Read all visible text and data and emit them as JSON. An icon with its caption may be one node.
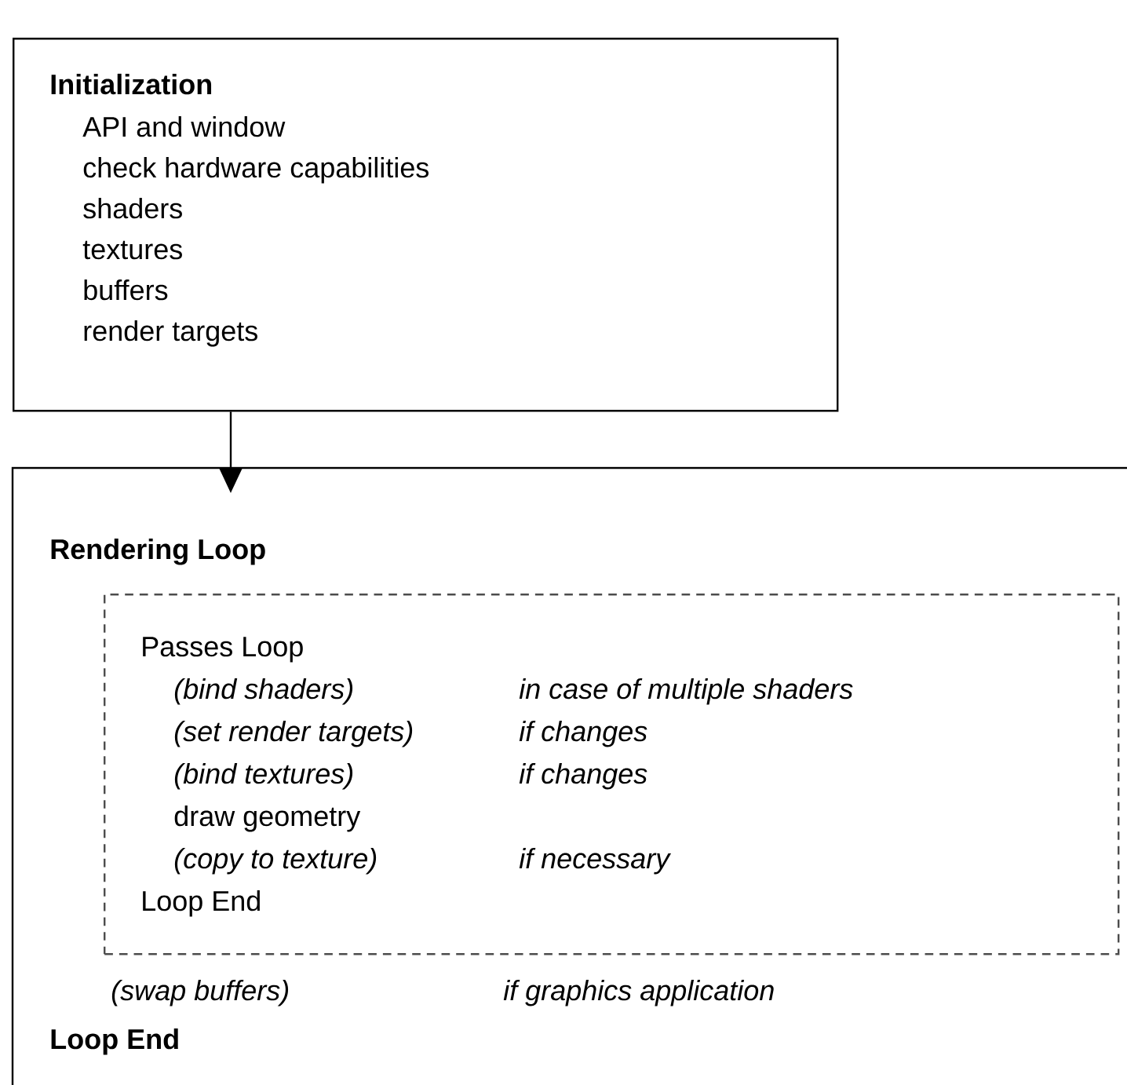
{
  "diagram": {
    "nodes": [
      {
        "text": [
          "Initialization",
          "API and window",
          "check hardware capabilities",
          "shaders",
          "textures",
          "buffers",
          "render targets"
        ]
      },
      {
        "text": [
          "Rendering Loop",
          "(swap buffers)",
          "if graphics application",
          "Loop End"
        ]
      },
      {
        "text": [
          "Passes Loop",
          "(bind shaders)",
          "in case of multiple shaders",
          "(set render targets)",
          "if changes",
          "(bind textures)",
          "if changes",
          "draw geometry",
          "(copy to texture)",
          "if necessary",
          "Loop End"
        ],
        "in": 1
      }
    ],
    "edges": [
      {
        "from": 0,
        "to": 1,
        "arrow": "to"
      }
    ]
  }
}
